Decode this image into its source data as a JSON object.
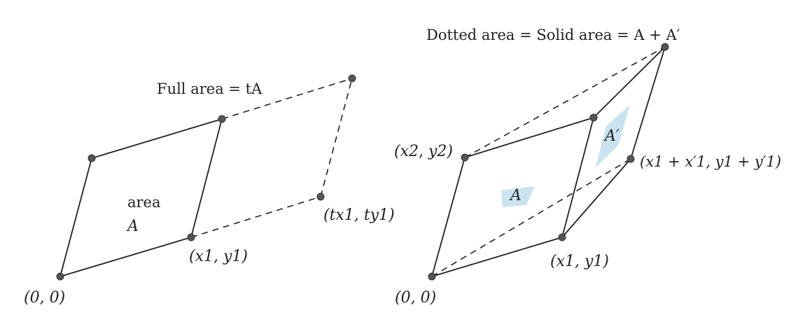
{
  "left_figure": {
    "label_full_area": "Full area = tA",
    "label_area_word": "area",
    "label_area_symbol": "A",
    "label_origin": "(0, 0)",
    "label_point_x1y1": "(x1, y1)",
    "label_point_tx1ty1": "(tx1, ty1)"
  },
  "right_figure": {
    "label_dotted_solid": "Dotted area = Solid area = A + A′",
    "label_region_a": "A",
    "label_region_a_prime": "A′",
    "label_origin": "(0, 0)",
    "label_point_x1y1": "(x1, y1)",
    "label_point_x2y2": "(x2, y2)",
    "label_point_sum": "(x1 + x′1, y1 + y′1)"
  },
  "colors": {
    "line": "#222222",
    "point": "#555555",
    "shade": "#c9e3f0"
  }
}
